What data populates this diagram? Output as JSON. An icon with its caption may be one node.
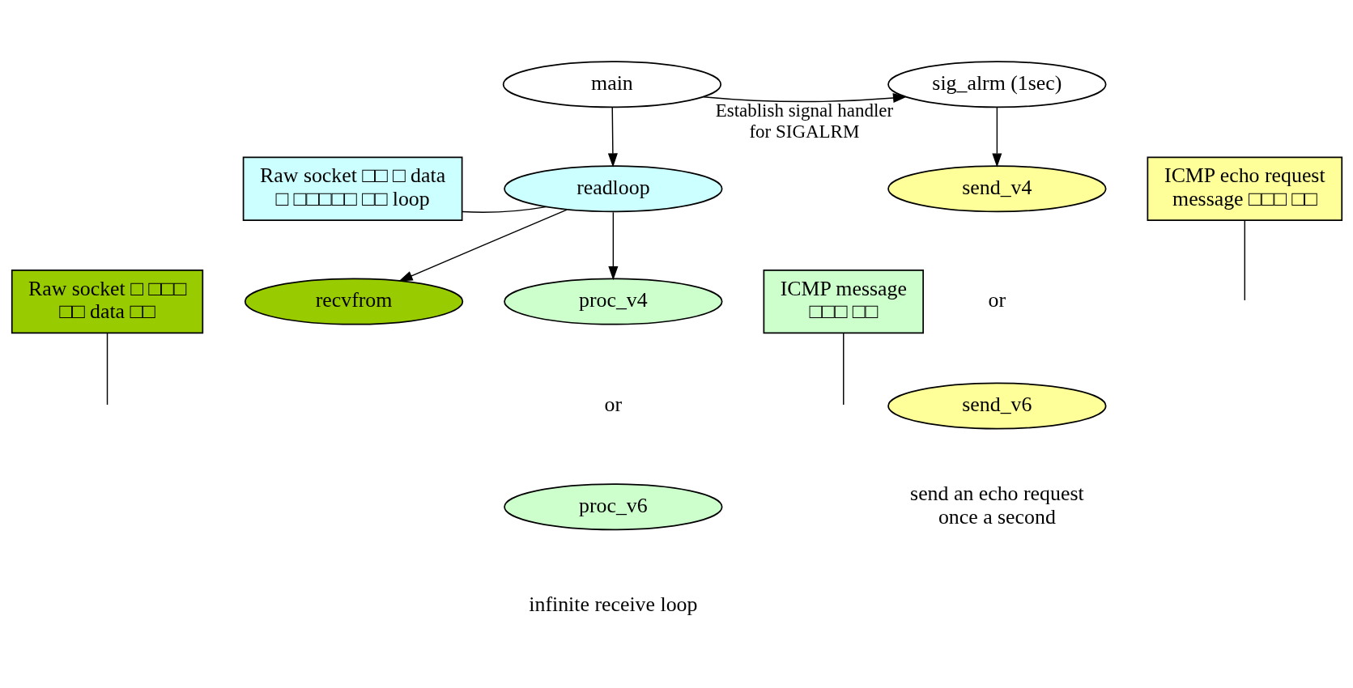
{
  "diagram": {
    "nodes": [
      {
        "text": [
          "main"
        ]
      },
      {
        "text": [
          "sig_alrm (1sec)"
        ]
      },
      {
        "text": [
          "Raw socket □□ □ data □ □□□□□ □□ loop"
        ]
      },
      {
        "text": [
          "readloop"
        ]
      },
      {
        "text": [
          "Raw socket □ □□□ □□ data □□"
        ]
      },
      {
        "text": [
          "ICMP message □□□ □□"
        ]
      },
      {
        "text": [
          "send_v4"
        ]
      },
      {
        "text": [
          "send_v6"
        ]
      },
      {
        "text": [
          "recvfrom"
        ]
      },
      {
        "text": [
          "proc_v4"
        ]
      },
      {
        "text": [
          "proc_v6"
        ]
      },
      {
        "text": [
          "ICMP echo request message □□□ □□"
        ]
      }
    ],
    "edges": [
      {
        "from": 0,
        "to": 1,
        "arrow": "to",
        "label": "Establish signal handler for SIGALRM"
      },
      {
        "from": 0,
        "to": 3,
        "arrow": "to"
      },
      {
        "from": 1,
        "to": 6,
        "arrow": "to"
      },
      {
        "from": 2,
        "to": 3,
        "arrow": "none"
      },
      {
        "from": 3,
        "to": 8,
        "arrow": "to"
      },
      {
        "from": 3,
        "to": 9,
        "arrow": "to"
      },
      {
        "from": 4,
        "to": null,
        "arrow": "none"
      },
      {
        "from": 5,
        "to": null,
        "arrow": "none"
      },
      {
        "from": 11,
        "to": null,
        "arrow": "none"
      }
    ],
    "labels": [
      "or",
      "or",
      "infinite receive loop",
      "send an echo request once a second"
    ]
  }
}
